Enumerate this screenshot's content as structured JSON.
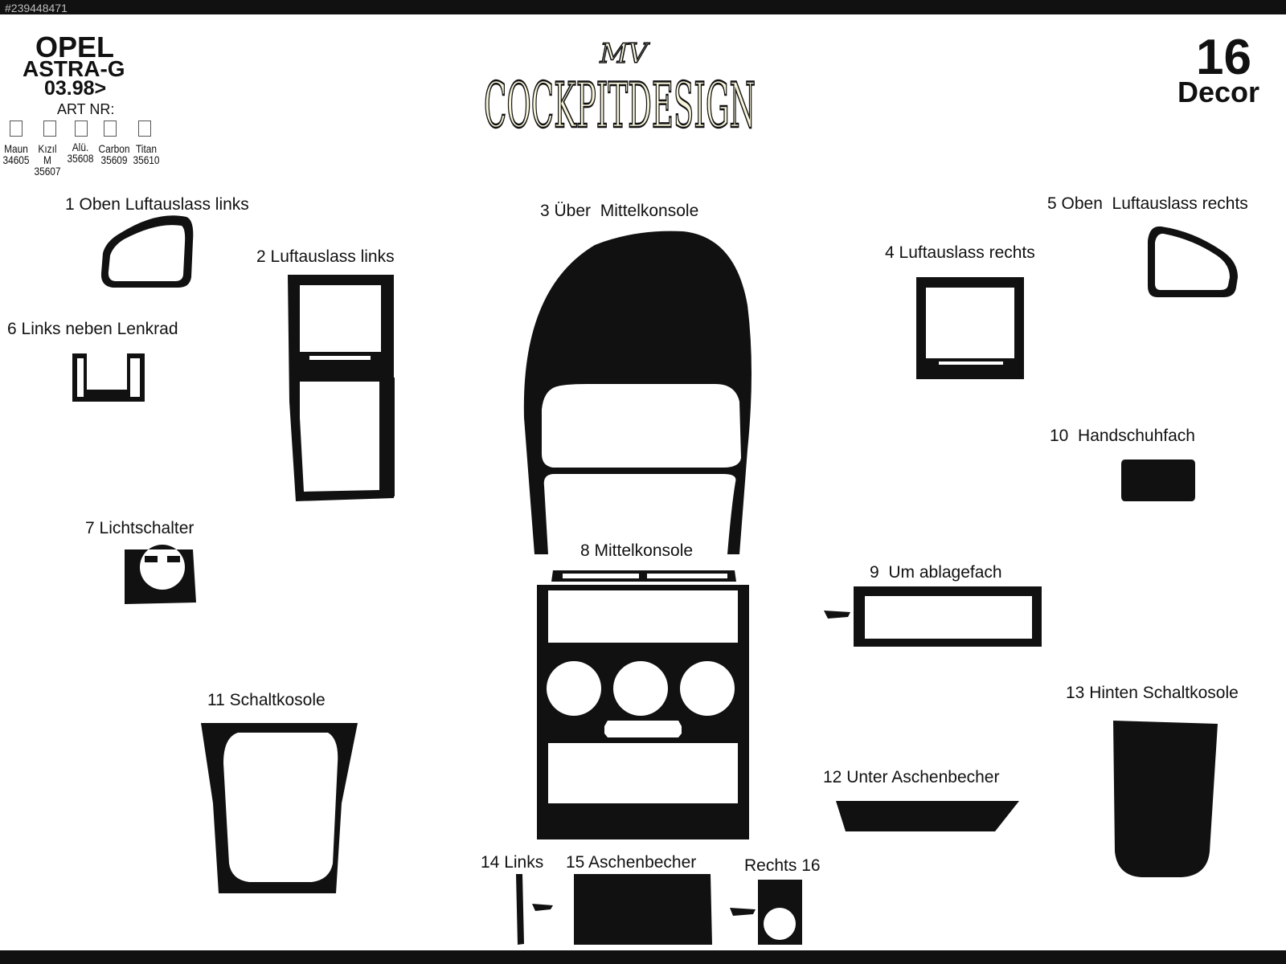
{
  "watermark": "#239448471",
  "header": {
    "make": "OPEL",
    "model": "ASTRA-G",
    "year": "03.98>",
    "art_nr_label": "ART NR:",
    "materials": [
      {
        "name": "Maun",
        "code": "34605"
      },
      {
        "name": "Kızıl M",
        "code": "35607"
      },
      {
        "name": "Alü.",
        "code": "35608"
      },
      {
        "name": "Carbon",
        "code": "35609"
      },
      {
        "name": "Titan",
        "code": "35610"
      }
    ],
    "brand": "COCKPITDESIGN",
    "brand_monogram": "MV",
    "piece_count": "16",
    "piece_word": "Decor"
  },
  "parts": {
    "p1": "1 Oben Luftauslass links",
    "p2": "2 Luftauslass links",
    "p3": "3 Über  Mittelkonsole",
    "p4": "4 Luftauslass rechts",
    "p5": "5 Oben  Luftauslass rechts",
    "p6": "6 Links neben Lenkrad",
    "p7": "7 Lichtschalter",
    "p8": "8 Mittelkonsole",
    "p9": "9  Um ablagefach",
    "p10": "10  Handschuhfach",
    "p11": "11 Schaltkosole",
    "p12": "12 Unter Aschenbecher",
    "p13": "13 Hinten Schaltkosole",
    "p14": "14 Links",
    "p15": "15 Aschenbecher",
    "p16": "Rechts 16"
  },
  "colors": {
    "piece": "#111111",
    "cutout": "#ffffff",
    "brand_fill": "#f7f4da"
  }
}
